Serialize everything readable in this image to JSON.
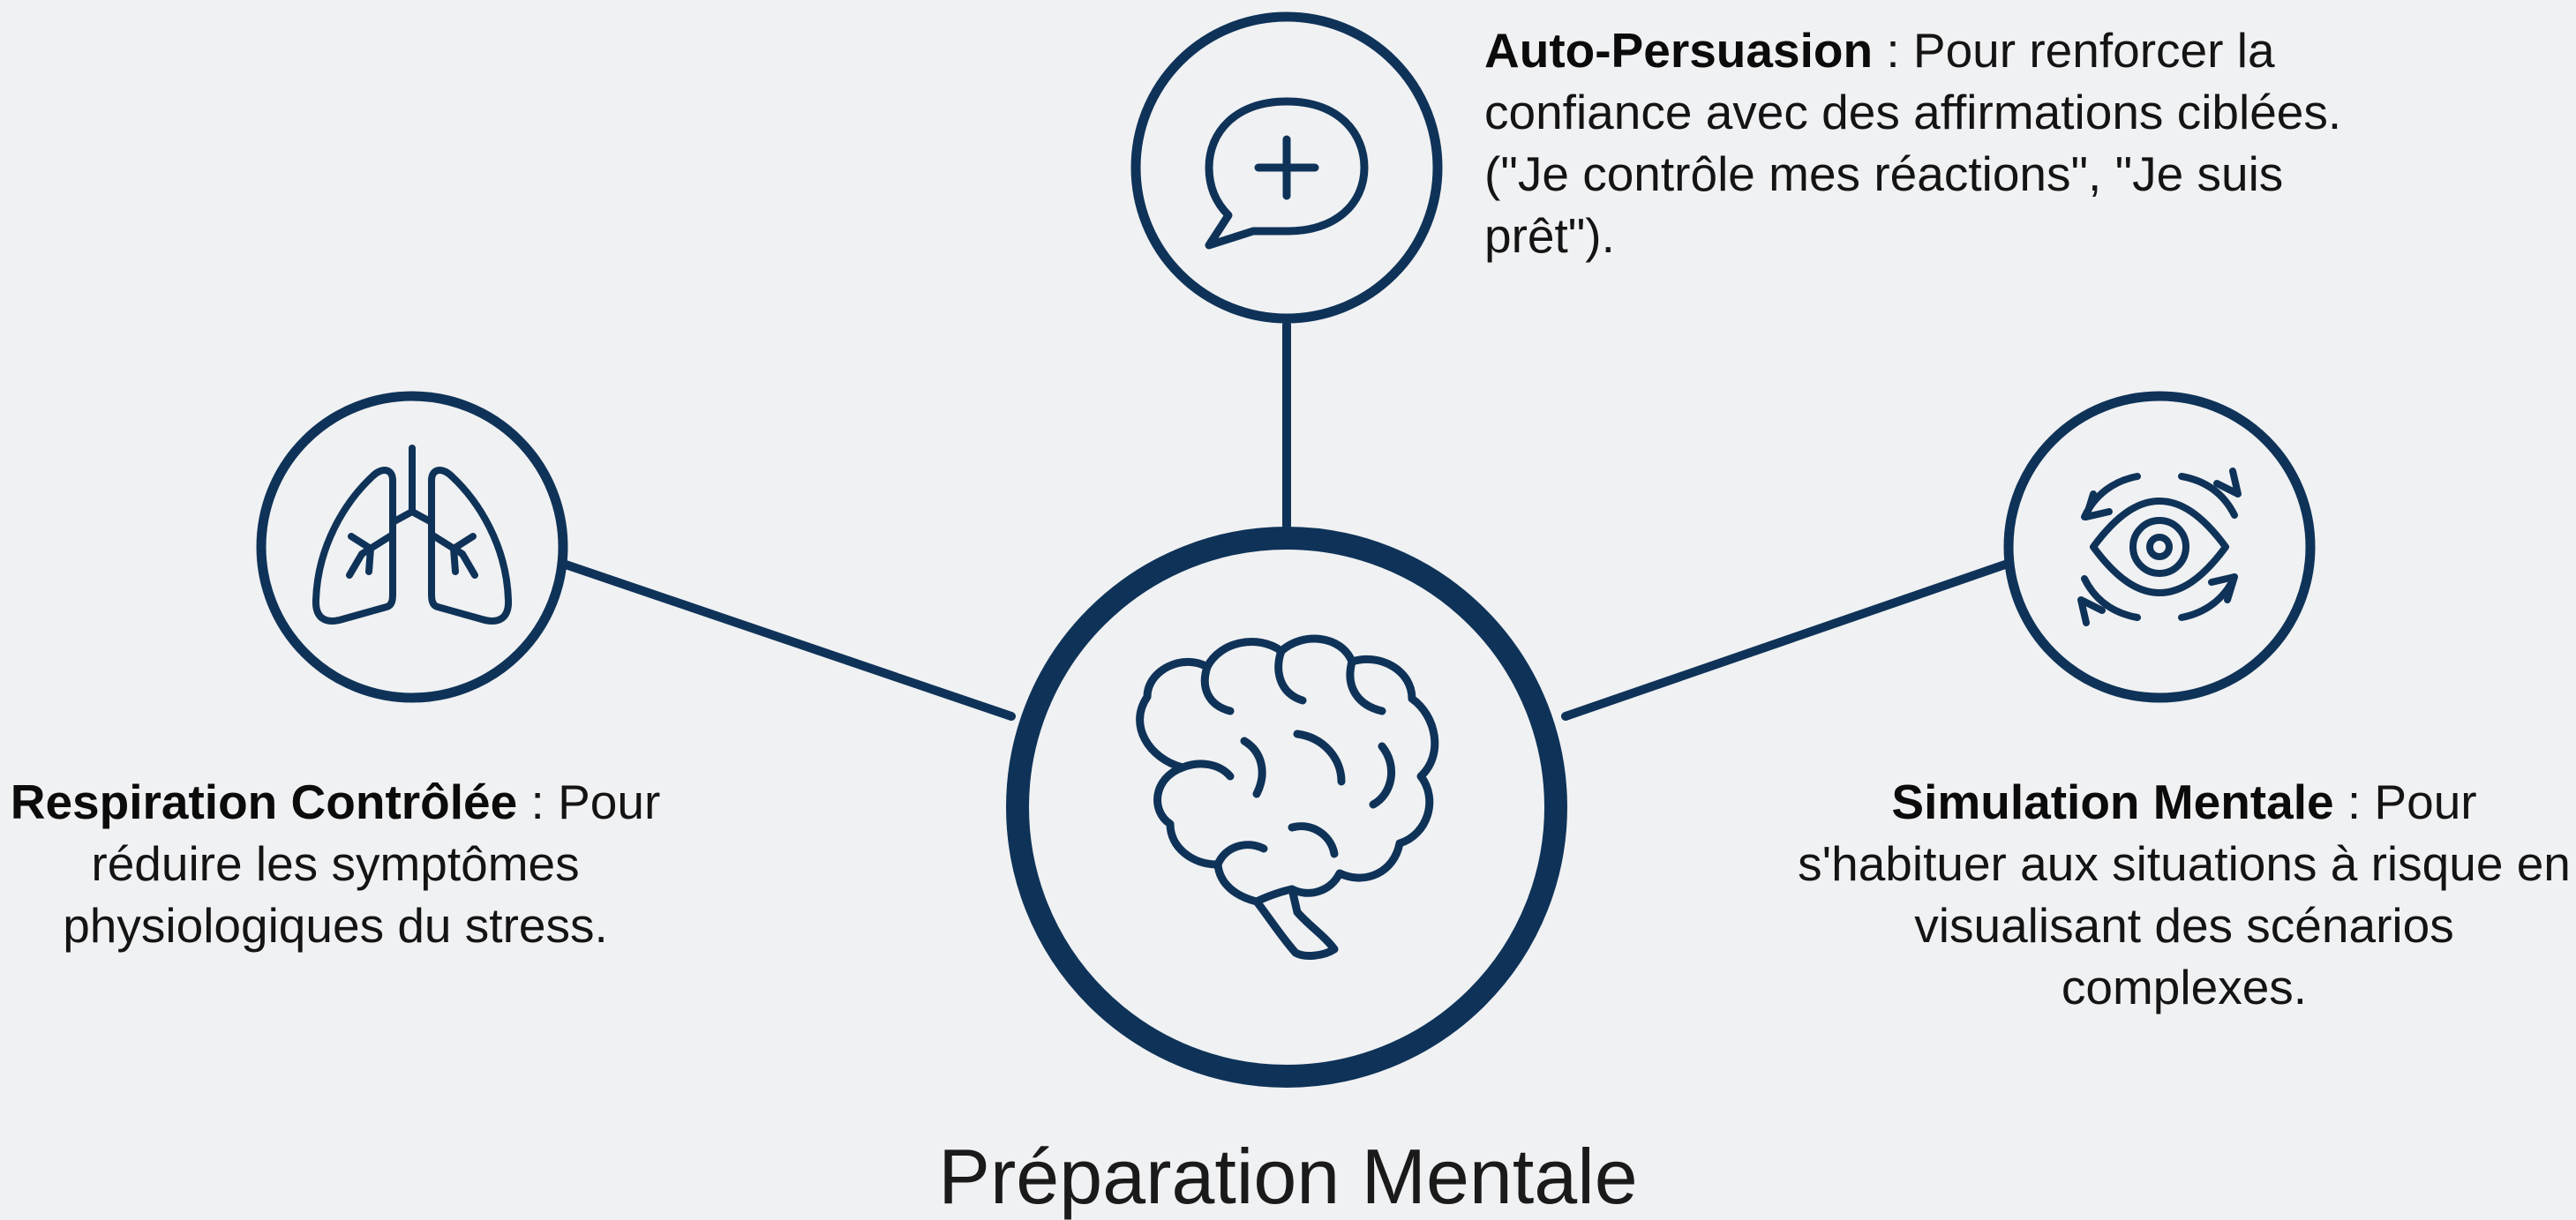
{
  "colors": {
    "background": "#f0f1f3",
    "stroke": "#0f3358",
    "text": "#141414"
  },
  "center": {
    "icon": "brain-icon",
    "title": "Préparation Mentale"
  },
  "nodes": [
    {
      "id": "auto-persuasion",
      "icon": "speech-bubble-plus-icon",
      "title": "Auto-Persuasion",
      "separator": " : ",
      "description": "Pour renforcer la confiance avec des affirmations ciblées. (\"Je contrôle mes réactions\", \"Je suis prêt\")."
    },
    {
      "id": "respiration",
      "icon": "lungs-icon",
      "title": "Respiration Contrôlée",
      "separator": " : ",
      "description": "Pour réduire les symptômes physiologiques du stress."
    },
    {
      "id": "simulation",
      "icon": "eye-cycle-icon",
      "title": "Simulation Mentale",
      "separator": " : ",
      "description": "Pour s'habituer aux situations à risque en visualisant des scénarios complexes."
    }
  ]
}
